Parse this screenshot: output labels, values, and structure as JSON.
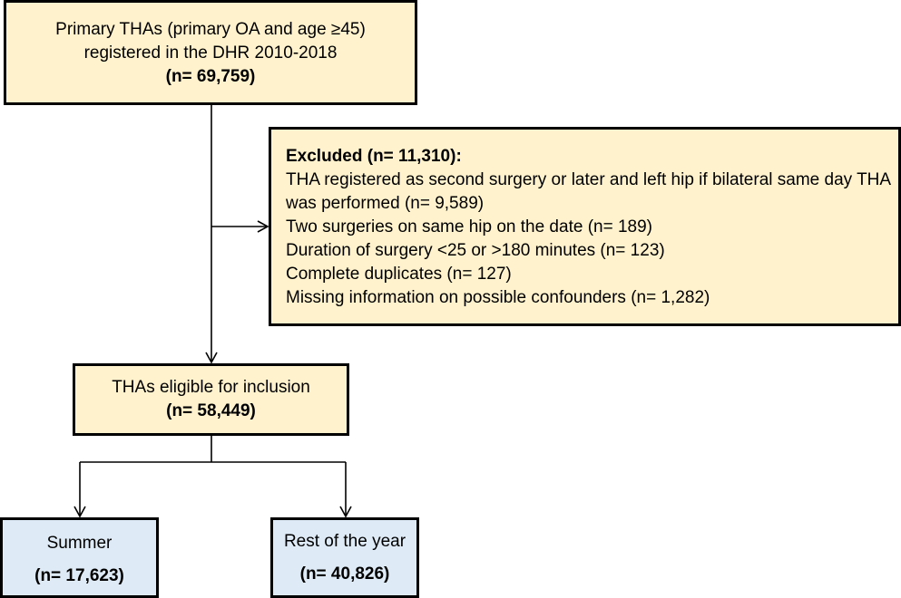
{
  "boxes": {
    "primary": {
      "lines": [
        "Primary THAs (primary OA and age ≥45)",
        "registered in the DHR 2010-2018"
      ],
      "count": "(n= 69,759)",
      "fill": "#fff2cc"
    },
    "excluded": {
      "heading": "Excluded (n= 11,310):",
      "reasons": [
        "THA registered as second surgery or later and left hip if bilateral same day THA was performed (n= 9,589)",
        "Two surgeries on same hip on the date (n= 189)",
        "Duration of surgery <25 or >180 minutes (n= 123)",
        "Complete duplicates (n= 127)",
        "Missing information on possible confounders (n= 1,282)"
      ],
      "fill": "#fff2cc"
    },
    "eligible": {
      "label": "THAs eligible for inclusion",
      "count": "(n= 58,449)",
      "fill": "#fff2cc"
    },
    "summer": {
      "label": "Summer",
      "count": "(n= 17,623)",
      "fill": "#deebf7"
    },
    "rest": {
      "label": "Rest of the year",
      "count": "(n= 40,826)",
      "fill": "#deebf7"
    }
  },
  "edges": [
    {
      "from": "primary",
      "to": "excluded"
    },
    {
      "from": "primary",
      "to": "eligible"
    },
    {
      "from": "eligible",
      "to": "summer"
    },
    {
      "from": "eligible",
      "to": "rest"
    }
  ]
}
